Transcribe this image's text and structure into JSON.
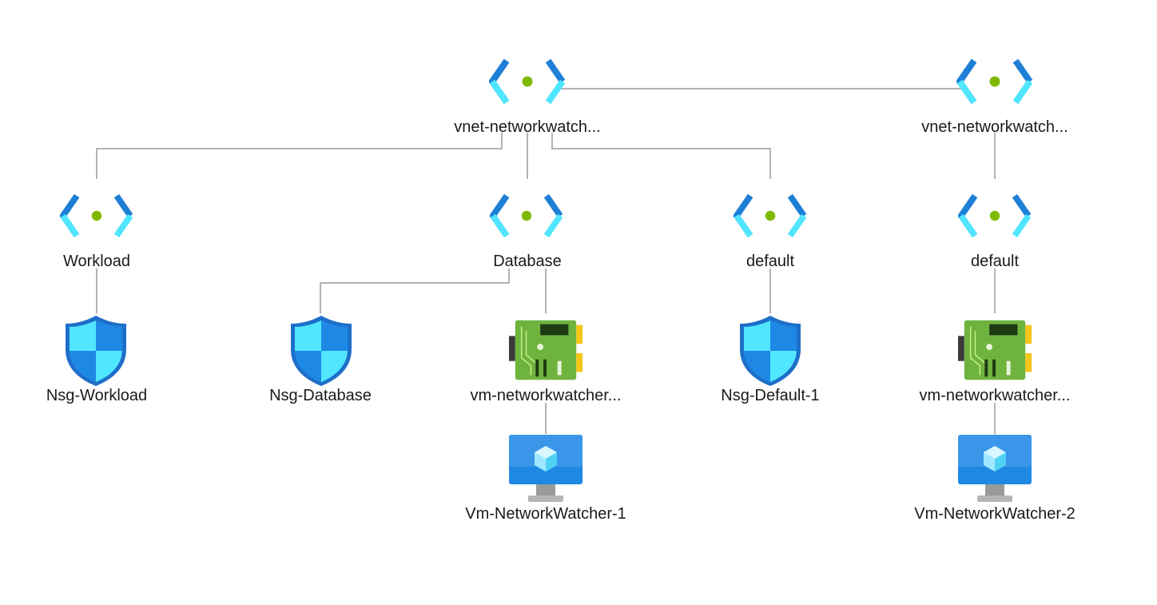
{
  "colors": {
    "connector": "#b3b3b3",
    "vnet_dark": "#1e7fd6",
    "vnet_light": "#50e6ff",
    "vnet_dot": "#7fba00",
    "shield_light": "#50e6ff",
    "shield_dark": "#1e88e5",
    "nic_green": "#6fb33f",
    "nic_chip": "#1e3a13",
    "nic_gold": "#f5c518",
    "vm_blue": "#1e88e5",
    "vm_stand": "#a0a0a0"
  },
  "nodes": {
    "vnet1": {
      "label": "vnet-networkwatch...",
      "icon": "virtual-network-icon"
    },
    "vnet2": {
      "label": "vnet-networkwatch...",
      "icon": "virtual-network-icon"
    },
    "subnet_workload": {
      "label": "Workload",
      "icon": "subnet-icon"
    },
    "subnet_database": {
      "label": "Database",
      "icon": "subnet-icon"
    },
    "subnet_default1": {
      "label": "default",
      "icon": "subnet-icon"
    },
    "subnet_default2": {
      "label": "default",
      "icon": "subnet-icon"
    },
    "nsg_workload": {
      "label": "Nsg-Workload",
      "icon": "network-security-group-icon"
    },
    "nsg_database": {
      "label": "Nsg-Database",
      "icon": "network-security-group-icon"
    },
    "nic1": {
      "label": "vm-networkwatcher...",
      "icon": "network-interface-icon"
    },
    "nsg_default1": {
      "label": "Nsg-Default-1",
      "icon": "network-security-group-icon"
    },
    "nic2": {
      "label": "vm-networkwatcher...",
      "icon": "network-interface-icon"
    },
    "vm1": {
      "label": "Vm-NetworkWatcher-1",
      "icon": "virtual-machine-icon"
    },
    "vm2": {
      "label": "Vm-NetworkWatcher-2",
      "icon": "virtual-machine-icon"
    }
  }
}
